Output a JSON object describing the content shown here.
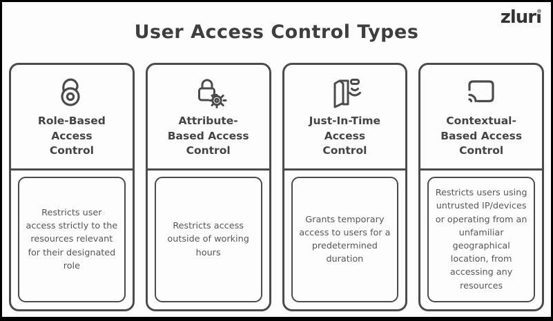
{
  "page": {
    "title": "User Access Control Types",
    "logo": "zluri"
  },
  "colors": {
    "outer_border": "#000000",
    "line": "#4b4b4b",
    "title_text": "#3e3e3e",
    "body_text": "#565656",
    "background": "#fdfdfd",
    "logo_text": "#333333",
    "logo_dot": "#979797"
  },
  "cards": [
    {
      "icon": "open-padlock-icon",
      "title": "Role-Based Access Control",
      "description": "Restricts user access strictly to the resources relevant for their designated role"
    },
    {
      "icon": "padlock-gear-icon",
      "title": "Attribute-Based Access Control",
      "description": "Restricts access outside of working hours"
    },
    {
      "icon": "door-sensor-icon",
      "title": "Just-In-Time Access Control",
      "description": "Grants temporary access to users for a predetermined duration"
    },
    {
      "icon": "cast-screen-icon",
      "title": "Contextual-Based Access Control",
      "description": "Restricts users using untrusted IP/devices or operating from an unfamiliar geographical location, from accessing any resources"
    }
  ]
}
